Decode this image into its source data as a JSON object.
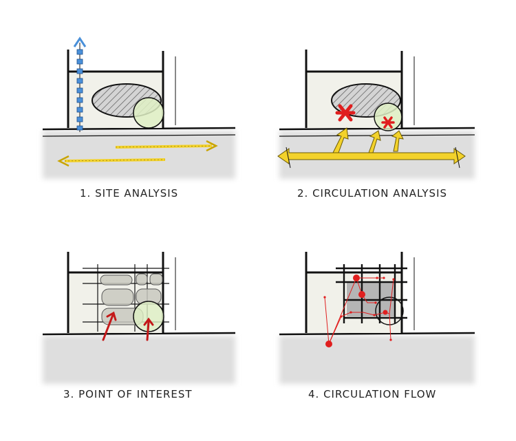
{
  "panels": [
    {
      "caption": "1. SITE ANALYSIS"
    },
    {
      "caption": "2. CIRCULATION ANALYSIS"
    },
    {
      "caption": "3. POINT OF INTEREST"
    },
    {
      "caption": "4. CIRCULATION FLOW"
    }
  ],
  "colors": {
    "road": "#dcdcdc",
    "site": "#f1f1ea",
    "hatch_fill": "#cfcfcf",
    "green": "#dff0c4",
    "yellow": "#f3d22b",
    "red": "#e01e1e",
    "blue": "#4a90d9",
    "ink": "#111111"
  }
}
